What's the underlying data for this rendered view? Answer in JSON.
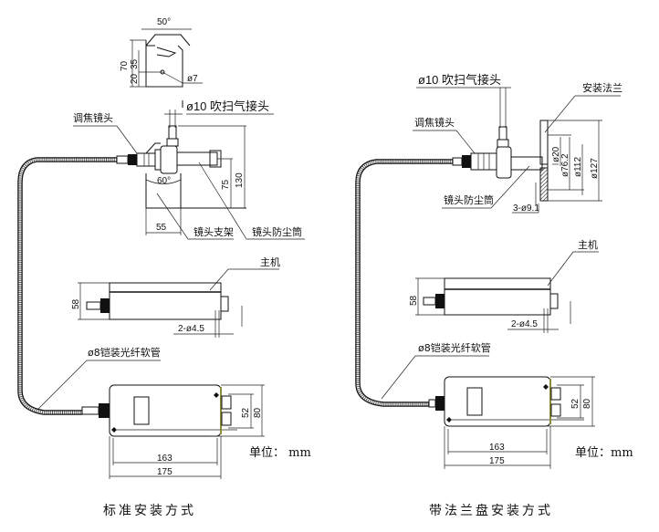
{
  "colors": {
    "line": "#111111",
    "background": "#ffffff",
    "accent": "#8b8b3a"
  },
  "left": {
    "caption": "标准安装方式",
    "bracket": {
      "angle": "50°",
      "h70": "70",
      "h35": "35",
      "h20": "20",
      "hole": "ø7"
    },
    "purge_label": "ø10 吹扫气接头",
    "focus_label": "调焦镜头",
    "mount_label": "镜头支架",
    "dust_label": "镜头防尘筒",
    "angle60": "60°",
    "d55": "55",
    "d75": "75",
    "d130": "130",
    "host_label": "主机",
    "d58": "58",
    "holes": "2-ø4.5",
    "cable_label": "ø8铠装光纤软管",
    "d52": "52",
    "d80": "80",
    "d163": "163",
    "d175": "175",
    "unit": "单位： mm"
  },
  "right": {
    "caption": "带法兰盘安装方式",
    "purge_label": "ø10 吹扫气接头",
    "flange_label": "安装法兰",
    "focus_label": "调焦镜头",
    "dust_label": "镜头防尘筒",
    "f20": "ø20",
    "f76": "ø76.2",
    "f112": "ø112",
    "f127": "ø127",
    "bolt": "3-ø9.1",
    "host_label": "主机",
    "d58": "58",
    "holes": "2-ø4.5",
    "cable_label": "ø8铠装光纤软管",
    "d52": "52",
    "d80": "80",
    "d163": "163",
    "d175": "175",
    "unit": "单位：mm"
  }
}
